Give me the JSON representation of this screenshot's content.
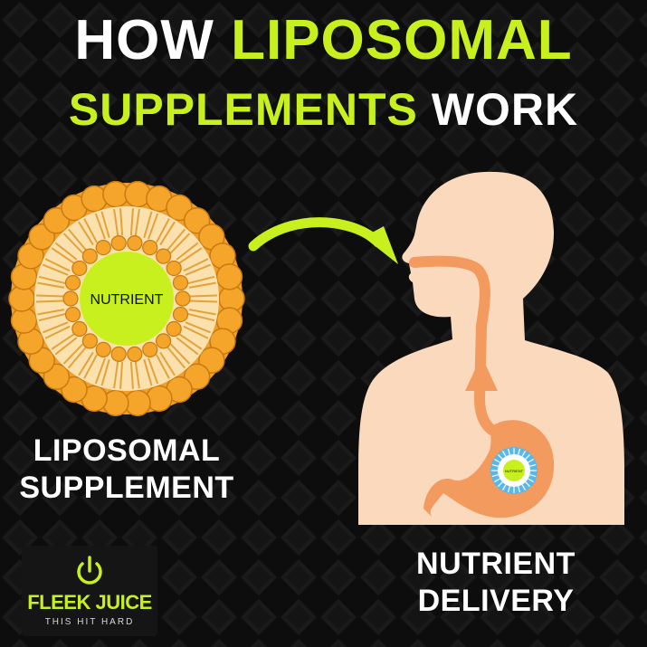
{
  "title": {
    "line1_part1": "HOW",
    "line1_part2": "LIPOSOMAL",
    "line2_part1": "SUPPLEMENTS",
    "line2_part2": "WORK"
  },
  "liposome": {
    "core_label": "NUTRIENT",
    "caption_line1": "LIPOSOMAL",
    "caption_line2": "SUPPLEMENT"
  },
  "body_diagram": {
    "stomach_label": "NUTRIENT",
    "caption_line1": "NUTRIENT",
    "caption_line2": "DELIVERY"
  },
  "logo": {
    "icon": "power-icon",
    "brand": "FLEEK JUICE",
    "tagline": "THIS HIT HARD"
  },
  "colors": {
    "accent": "#c8f01e",
    "orange": "#f5a52a",
    "skin": "#fad9bd",
    "tract": "#f39a5e",
    "background": "#0d0d0d"
  }
}
